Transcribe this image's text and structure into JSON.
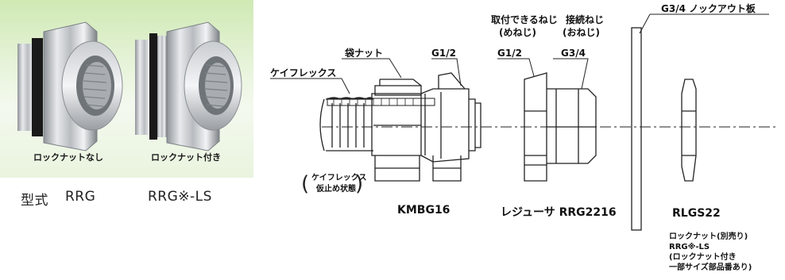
{
  "photos": {
    "left_caption": "ロックナットなし",
    "right_caption": "ロックナット付き",
    "model_prefix": "型式",
    "model_left": "RRG",
    "model_right": "RRG※-LS"
  },
  "labels": {
    "keiflex": "ケイフレックス",
    "fukuro_nut": "袋ナット",
    "g12_a": "G1/2",
    "thread_female_1": "取付できるねじ",
    "thread_female_2": "(めねじ)",
    "g12_b": "G1/2",
    "thread_male_1": "接続ねじ",
    "thread_male_2": "(おねじ)",
    "g34": "G3/4",
    "knockout": "G3/4 ノックアウト板",
    "keiflex_state_1": "ケイフレックス",
    "keiflex_state_2": "仮止め状態",
    "kmbg": "KMBG16",
    "reducer": "レジューサ RRG2216",
    "rlgs": "RLGS22",
    "locknut_1": "ロックナット(別売り)",
    "locknut_2": "RRG※-LS",
    "locknut_3": "(ロックナット付き",
    "locknut_4": "一部サイズ部品番あり)"
  }
}
